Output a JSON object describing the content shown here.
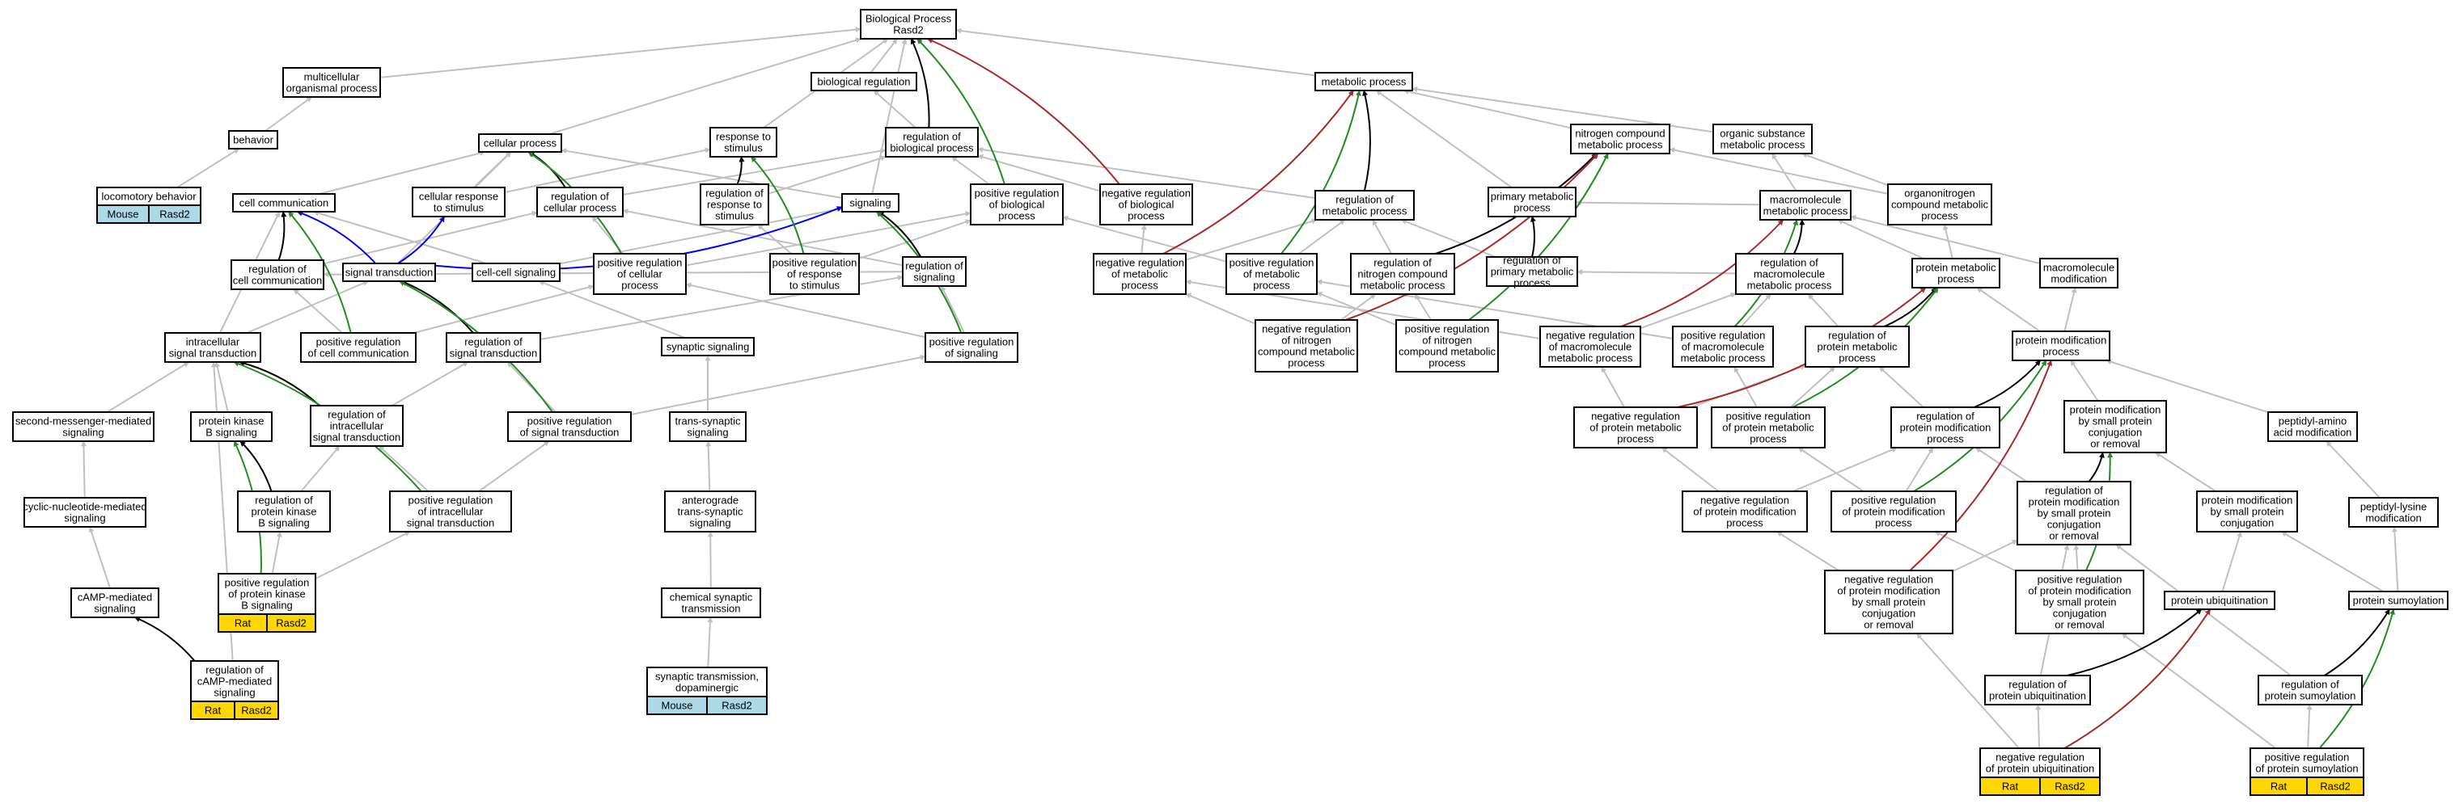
{
  "colors": {
    "gray": "#c0c0c0",
    "black": "#000000",
    "red": "#a52a2a",
    "green": "#228b22",
    "blue": "#0000ff",
    "mouse_tag": "#add8e6",
    "rat_tag": "#ffd700"
  },
  "nodes": {
    "bp": [
      "Biological Process",
      "Rasd2"
    ],
    "multi": [
      "multicellular",
      "organismal process"
    ],
    "bioreg": [
      "biological regulation"
    ],
    "metab": [
      "metabolic process"
    ],
    "behavior": [
      "behavior"
    ],
    "cellproc": [
      "cellular process"
    ],
    "resp": [
      "response to",
      "stimulus"
    ],
    "regbio": [
      "regulation of",
      "biological process"
    ],
    "nitro": [
      "nitrogen compound",
      "metabolic process"
    ],
    "organic": [
      "organic substance",
      "metabolic process"
    ],
    "loco": [
      "locomotory behavior"
    ],
    "cellcomm": [
      "cell communication"
    ],
    "cellresp": [
      "cellular response",
      "to stimulus"
    ],
    "regcell": [
      "regulation of",
      "cellular process"
    ],
    "regresp": [
      "regulation of",
      "response to",
      "stimulus"
    ],
    "signaling": [
      "signaling"
    ],
    "posbio": [
      "positive regulation",
      "of biological",
      "process"
    ],
    "negbio": [
      "negative regulation",
      "of biological",
      "process"
    ],
    "regmet": [
      "regulation of",
      "metabolic process"
    ],
    "primary": [
      "primary metabolic",
      "process"
    ],
    "macro": [
      "macromolecule",
      "metabolic process"
    ],
    "orgnitro": [
      "organonitrogen",
      "compound metabolic",
      "process"
    ],
    "regcomm": [
      "regulation of",
      "cell communication"
    ],
    "sigtrans": [
      "signal transduction"
    ],
    "cellcell": [
      "cell-cell signaling"
    ],
    "poscell": [
      "positive regulation",
      "of cellular",
      "process"
    ],
    "posresp": [
      "positive regulation",
      "of response",
      "to stimulus"
    ],
    "regsig": [
      "regulation of",
      "signaling"
    ],
    "negmet": [
      "negative regulation",
      "of metabolic",
      "process"
    ],
    "posmet": [
      "positive regulation",
      "of metabolic",
      "process"
    ],
    "regnitro": [
      "regulation of",
      "nitrogen compound",
      "metabolic process"
    ],
    "regprim": [
      "regulation of",
      "primary metabolic",
      "process"
    ],
    "regmacro": [
      "regulation of",
      "macromolecule",
      "metabolic process"
    ],
    "protmet": [
      "protein metabolic",
      "process"
    ],
    "macromod": [
      "macromolecule",
      "modification"
    ],
    "intra": [
      "intracellular",
      "signal transduction"
    ],
    "poscomm": [
      "positive regulation",
      "of cell communication"
    ],
    "regst": [
      "regulation of",
      "signal transduction"
    ],
    "synaptic": [
      "synaptic signaling"
    ],
    "possig": [
      "positive regulation",
      "of signaling"
    ],
    "negnitro": [
      "negative regulation",
      "of nitrogen",
      "compound metabolic",
      "process"
    ],
    "posnitro": [
      "positive regulation",
      "of nitrogen",
      "compound metabolic",
      "process"
    ],
    "negmacro": [
      "negative regulation",
      "of macromolecule",
      "metabolic process"
    ],
    "posmacro": [
      "positive regulation",
      "of macromolecule",
      "metabolic process"
    ],
    "regprot": [
      "regulation of",
      "protein metabolic",
      "process"
    ],
    "protmod": [
      "protein modification",
      "process"
    ],
    "second": [
      "second-messenger-mediated",
      "signaling"
    ],
    "pkb": [
      "protein kinase",
      "B signaling"
    ],
    "regintra": [
      "regulation of",
      "intracellular",
      "signal transduction"
    ],
    "transsyn": [
      "trans-synaptic",
      "signaling"
    ],
    "posst": [
      "positive regulation",
      "of signal transduction"
    ],
    "negprotmet": [
      "negative regulation",
      "of protein metabolic",
      "process"
    ],
    "posprotmet": [
      "positive regulation",
      "of protein metabolic",
      "process"
    ],
    "regpmod": [
      "regulation of",
      "protein modification",
      "process"
    ],
    "pmodsmall": [
      "protein modification",
      "by small protein",
      "conjugation",
      "or removal"
    ],
    "peptamino": [
      "peptidyl-amino",
      "acid modification"
    ],
    "cyclic": [
      "cyclic-nucleotide-mediated",
      "signaling"
    ],
    "regpkb": [
      "regulation of",
      "protein kinase",
      "B signaling"
    ],
    "posintra": [
      "positive regulation",
      "of intracellular",
      "signal transduction"
    ],
    "antero": [
      "anterograde",
      "trans-synaptic",
      "signaling"
    ],
    "negpmod": [
      "negative regulation",
      "of protein modification",
      "process"
    ],
    "pospmod": [
      "positive regulation",
      "of protein modification",
      "process"
    ],
    "regpmodsmall": [
      "regulation of",
      "protein modification",
      "by small protein",
      "conjugation",
      "or removal"
    ],
    "pmodsmallbox": [
      "protein modification",
      "by small protein",
      "conjugation"
    ],
    "peptlys": [
      "peptidyl-lysine",
      "modification"
    ],
    "camp": [
      "cAMP-mediated",
      "signaling"
    ],
    "pospkb": [
      "positive regulation",
      "of protein kinase",
      "B signaling"
    ],
    "chemsyn": [
      "chemical synaptic",
      "transmission"
    ],
    "negpmodsmall": [
      "negative regulation",
      "of protein modification",
      "by small protein",
      "conjugation",
      "or removal"
    ],
    "pospmodsmall": [
      "positive regulation",
      "of protein modification",
      "by small protein",
      "conjugation",
      "or removal"
    ],
    "ubiq": [
      "protein ubiquitination"
    ],
    "sumo": [
      "protein sumoylation"
    ],
    "regcamp": [
      "regulation of",
      "cAMP-mediated",
      "signaling"
    ],
    "dopa": [
      "synaptic transmission,",
      "dopaminergic"
    ],
    "regubiq": [
      "regulation of",
      "protein ubiquitination"
    ],
    "regsumo": [
      "regulation of",
      "protein sumoylation"
    ],
    "negubiq": [
      "negative regulation",
      "of protein ubiquitination"
    ],
    "possumo": [
      "positive regulation",
      "of protein sumoylation"
    ]
  },
  "tags": {
    "loco": [
      "Mouse",
      "Rasd2"
    ],
    "dopa": [
      "Mouse",
      "Rasd2"
    ],
    "pospkb": [
      "Rat",
      "Rasd2"
    ],
    "regcamp": [
      "Rat",
      "Rasd2"
    ],
    "negubiq": [
      "Rat",
      "Rasd2"
    ],
    "possumo": [
      "Rat",
      "Rasd2"
    ]
  }
}
